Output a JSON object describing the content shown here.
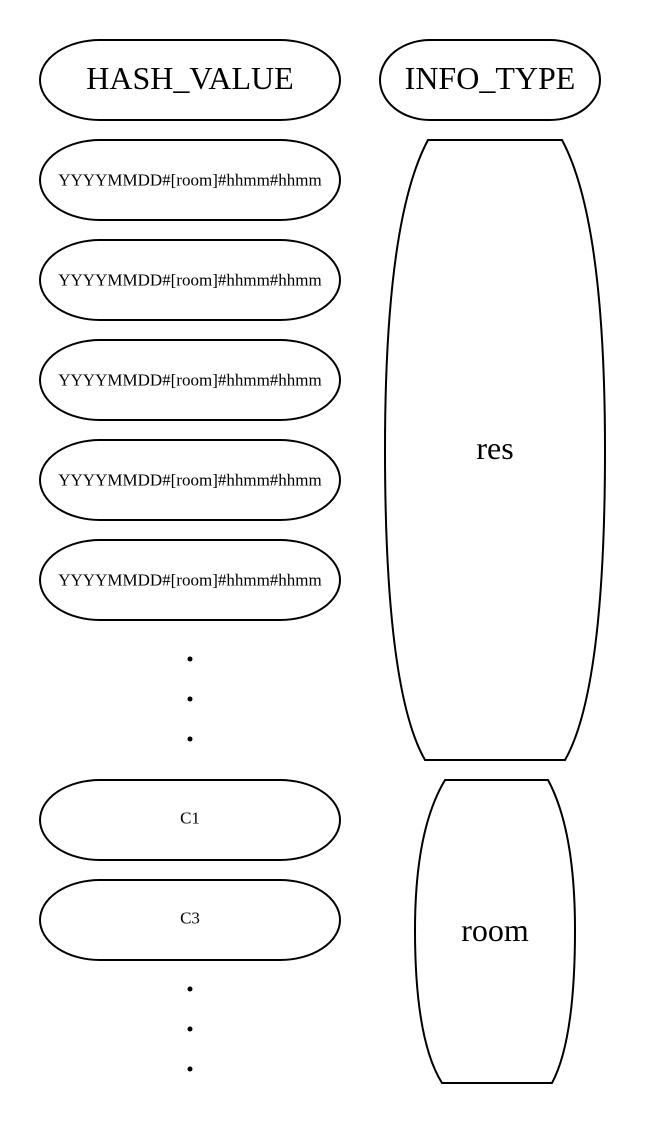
{
  "diagram": {
    "columns": {
      "hash_value": {
        "label": "HASH_VALUE"
      },
      "info_type": {
        "label": "INFO_TYPE"
      }
    },
    "res_group": {
      "hash_rows": [
        "YYYYMMDD#[room]#hhmm#hhmm",
        "YYYYMMDD#[room]#hhmm#hhmm",
        "YYYYMMDD#[room]#hhmm#hhmm",
        "YYYYMMDD#[room]#hhmm#hhmm",
        "YYYYMMDD#[room]#hhmm#hhmm"
      ],
      "ellipsis": "⋮",
      "info_type": "res"
    },
    "room_group": {
      "hash_rows": [
        "C1",
        "C3"
      ],
      "ellipsis": "⋮",
      "info_type": "room"
    }
  }
}
